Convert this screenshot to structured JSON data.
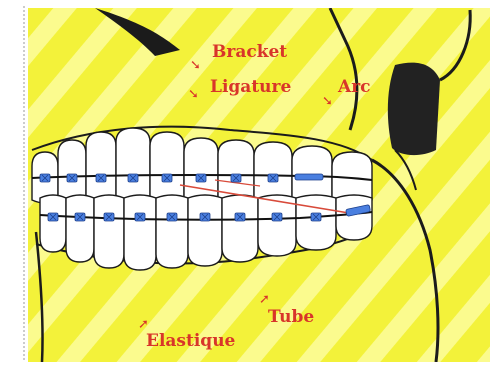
{
  "labels": {
    "bracket": "Bracket",
    "ligature": "Ligature",
    "arc": "Arc",
    "tube": "Tube",
    "elastique": "Elastique"
  },
  "colors": {
    "background": "#f3f23a",
    "stripe": "#fbfb9a",
    "teeth": "#ffffff",
    "bracket": "#4a7fe0",
    "wire": "#111111",
    "elastic": "#d84a3a",
    "label": "#d8352a",
    "skull": "#1b1b1b"
  }
}
